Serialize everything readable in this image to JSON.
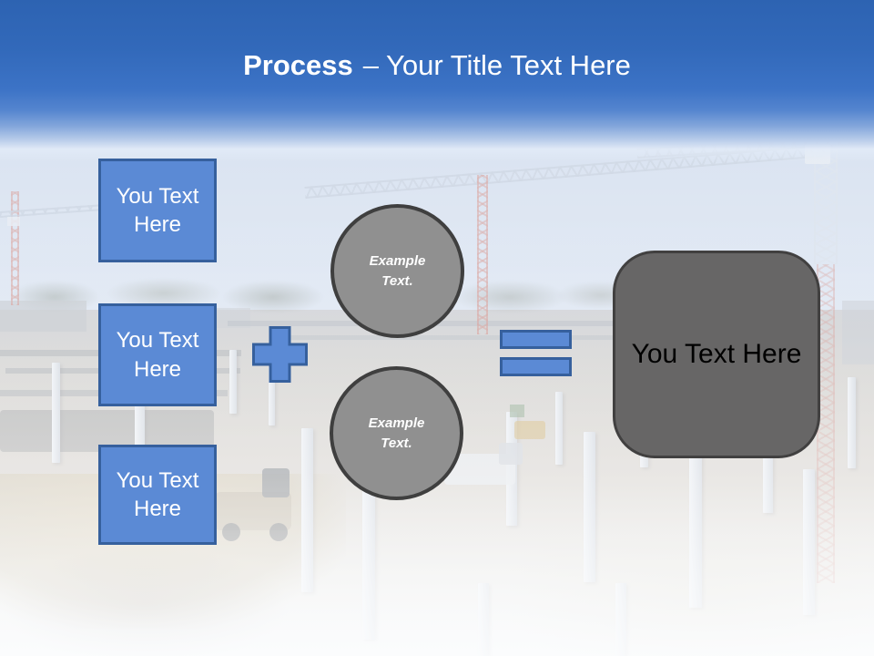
{
  "title": {
    "bold": "Process",
    "rest": "– Your Title Text Here"
  },
  "steps": [
    {
      "label": "You Text Here"
    },
    {
      "label": "You Text Here"
    },
    {
      "label": "You Text Here"
    }
  ],
  "circles": [
    {
      "label": "Example Text."
    },
    {
      "label": "Example Text."
    }
  ],
  "result": {
    "label": "You Text Here"
  },
  "operators": {
    "plus": "plus-icon",
    "equals": "equals-icon"
  },
  "colors": {
    "header_blue": "#2d63b2",
    "accent_blue": "#5b8ad5",
    "accent_blue_border": "#36609d",
    "circle_gray": "#909090",
    "result_gray": "#676666",
    "shape_border_dark": "#3f3f3f",
    "title_text": "#ffffff"
  }
}
